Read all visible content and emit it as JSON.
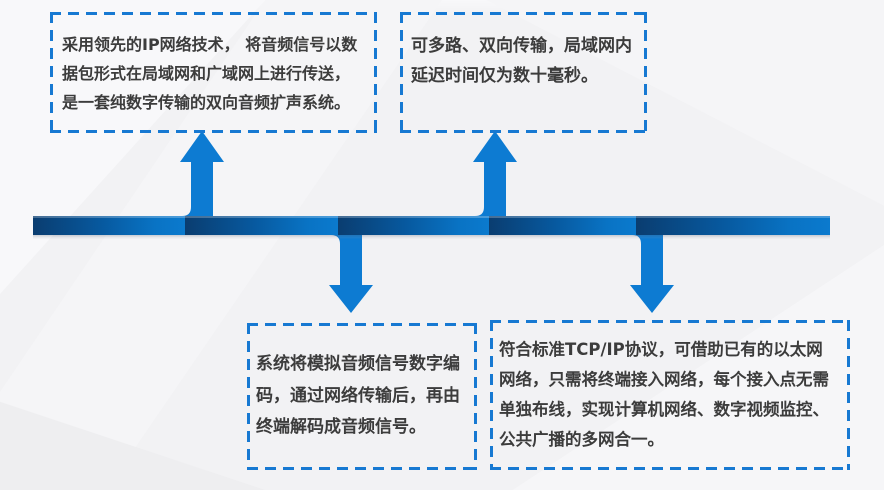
{
  "diagram": {
    "boxes": [
      {
        "id": "top-left",
        "text": "采用领先的IP网络技术， 将音频信号以数\n据包形式在局域网和广域网上进行传送，\n是一套纯数字传输的双向音频扩声系统。"
      },
      {
        "id": "top-right",
        "text": "可多路、双向传输，局域网内\n延迟时间仅为数十毫秒。"
      },
      {
        "id": "bottom-left",
        "text": "系统将模拟音频信号数字编\n码，通过网络传输后，再由\n终端解码成音频信号。"
      },
      {
        "id": "bottom-right",
        "text": "符合标准TCP/IP协议，可借助已有的以太网\n网络，只需将终端接入网络，每个接入点无需\n单独布线，实现计算机网络、数字视频监控、\n公共广播的多网合一。"
      }
    ],
    "colors": {
      "accent_blue": "#0d7bd2",
      "bar_dark_blue": "#0a3d70",
      "dashed_border_blue": "#1779d2",
      "text": "#3c3c3c",
      "background": "#f2f2f4"
    }
  }
}
